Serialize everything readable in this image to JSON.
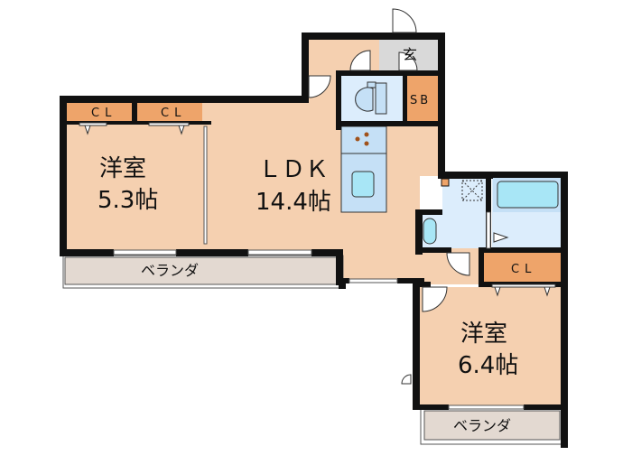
{
  "floor_plan": {
    "rooms": [
      {
        "id": "western-room-1",
        "name": "洋室",
        "size": "5.3帖"
      },
      {
        "id": "ldk",
        "name": "ＬＤＫ",
        "size": "14.4帖"
      },
      {
        "id": "western-room-2",
        "name": "洋室",
        "size": "6.4帖"
      }
    ],
    "closets": [
      {
        "label": "CL"
      },
      {
        "label": "CL"
      },
      {
        "label": "CL"
      }
    ],
    "entrance": {
      "label": "玄"
    },
    "shoe_box": {
      "label": "SB"
    },
    "balconies": [
      {
        "label": "ベランダ"
      },
      {
        "label": "ベランダ"
      }
    ],
    "fixtures": [
      "toilet-icon",
      "stove-icon",
      "sink-icon",
      "washbasin-icon",
      "washing-machine-icon",
      "bathtub-icon"
    ],
    "colors": {
      "room": "#f5d0b0",
      "closet": "#eea46a",
      "wet_area": "#dcedfc",
      "fixture": "#a8e6f6",
      "entrance": "#d9d9d9",
      "balcony": "#e3d9d1",
      "wall": "#111111"
    }
  }
}
